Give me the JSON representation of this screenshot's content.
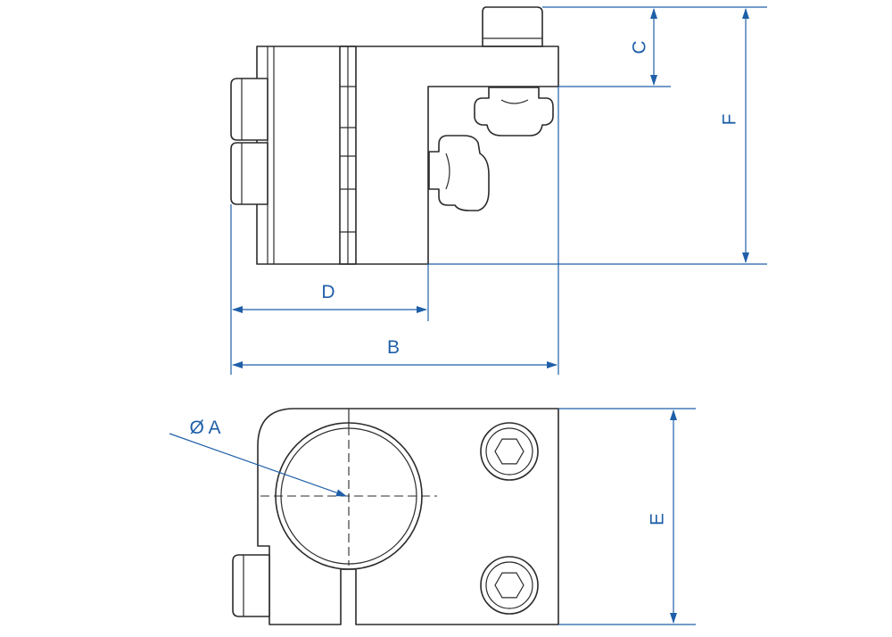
{
  "colors": {
    "dimension": "#1f5fa8",
    "outline": "#2b2b2b",
    "background": "#ffffff"
  },
  "dimensions": {
    "A": "Ø A",
    "B": "B",
    "C": "C",
    "D": "D",
    "E": "E",
    "F": "F"
  }
}
